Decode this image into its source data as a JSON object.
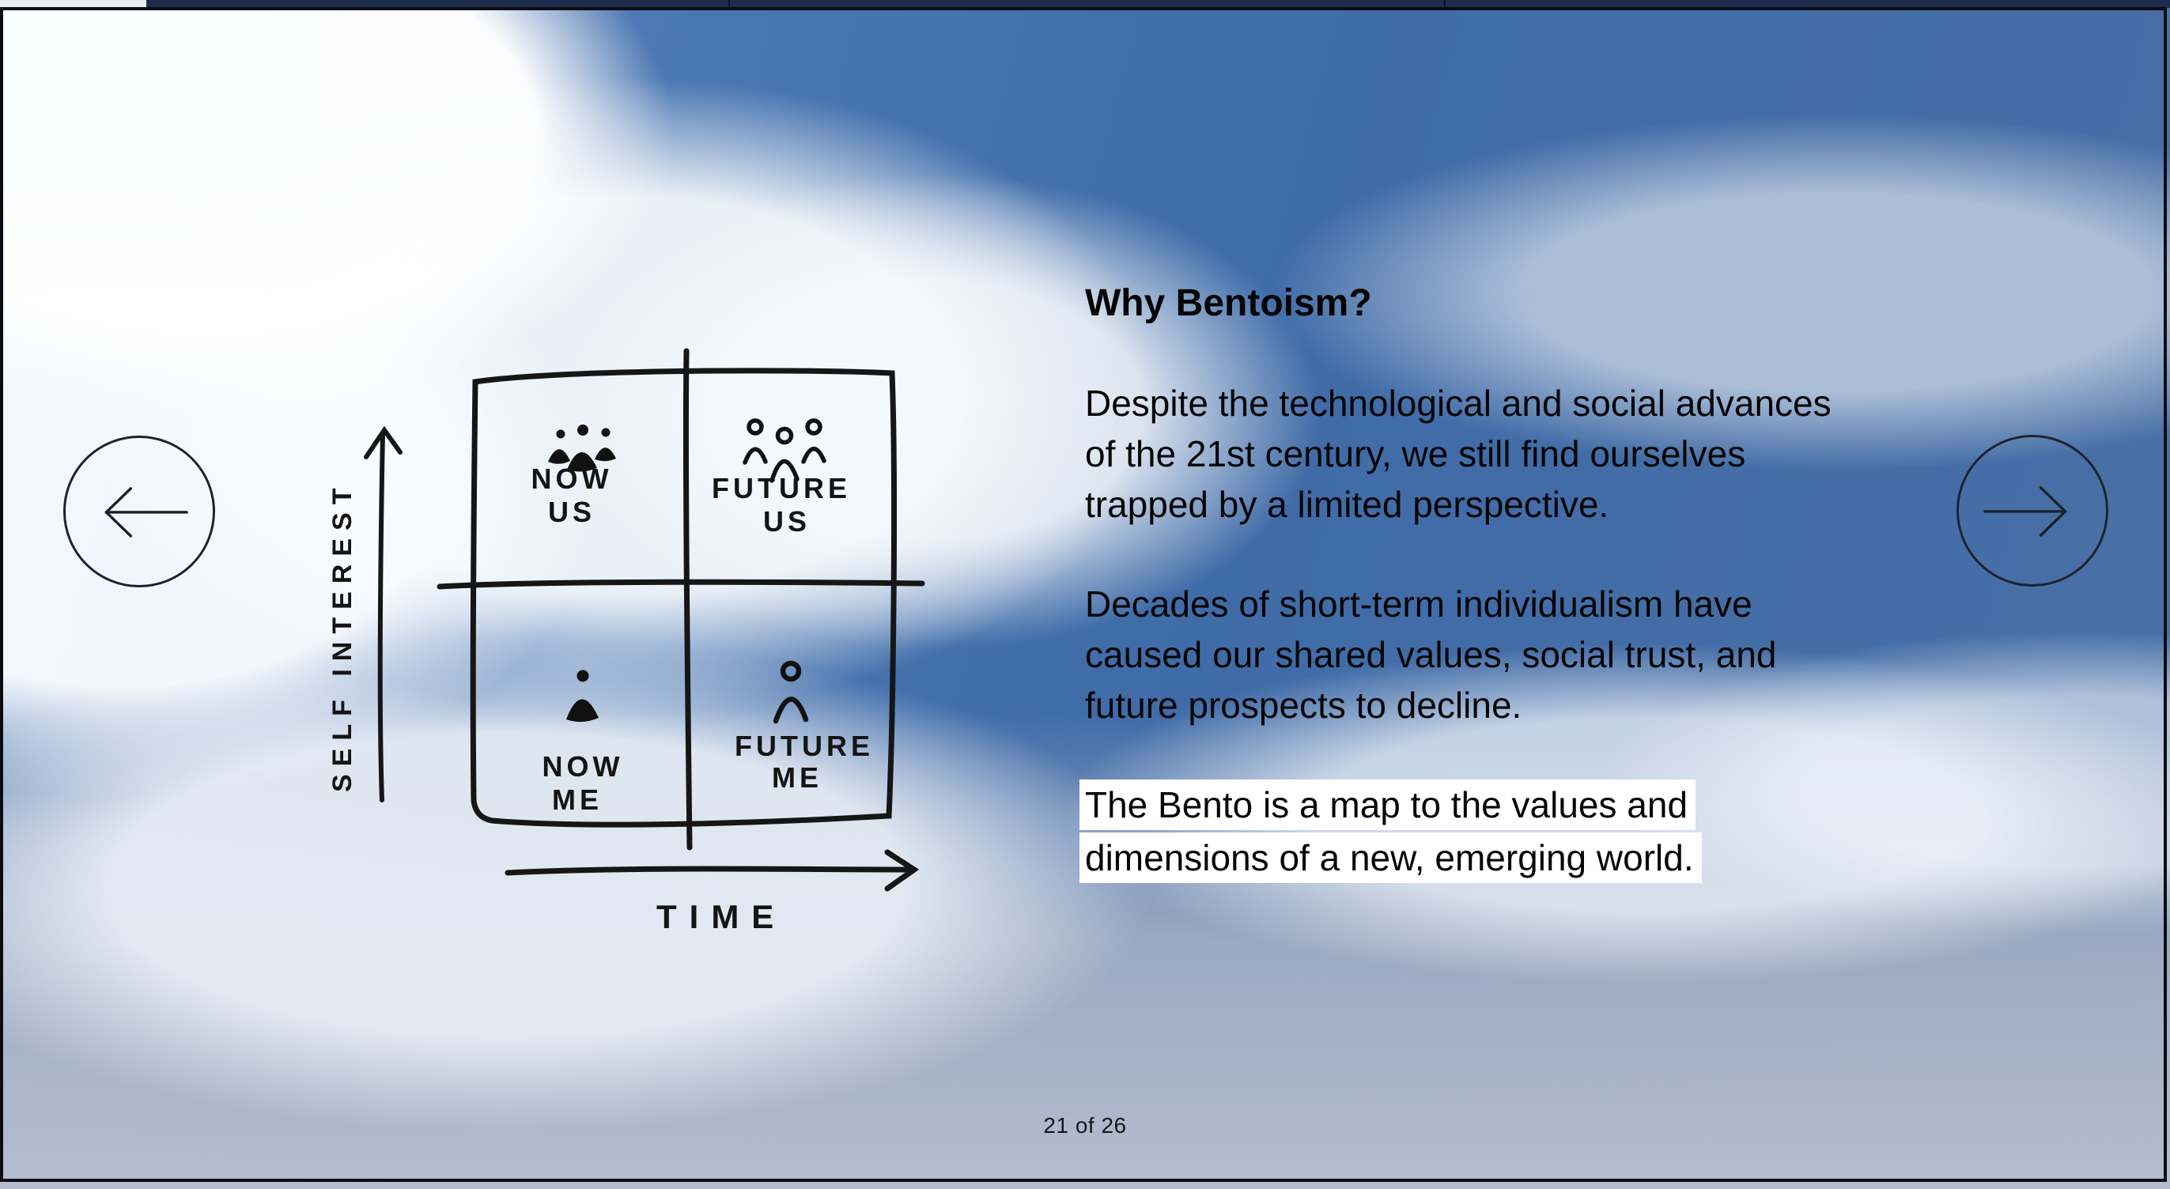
{
  "slide": {
    "heading": "Why Bentoism?",
    "paragraph_1": "Despite the technological and social advances\nof the 21st century, we still find ourselves\ntrapped by a limited perspective.",
    "paragraph_2": "Decades of short-term individualism have\ncaused our shared values, social trust, and\nfuture prospects to decline.",
    "highlight_lines": [
      "The Bento is a map to the values and",
      "dimensions of a new, emerging world."
    ]
  },
  "diagram": {
    "y_axis_label": "SELF INTEREST",
    "x_axis_label": "TIME",
    "quadrants": [
      {
        "id": "now-us",
        "icon": "filled-group-of-people",
        "label_line1": "NOW",
        "label_line2": "US"
      },
      {
        "id": "future-us",
        "icon": "outlined-group-of-people",
        "label_line1": "FUTURE",
        "label_line2": "US"
      },
      {
        "id": "now-me",
        "icon": "filled-person",
        "label_line1": "NOW",
        "label_line2": "ME"
      },
      {
        "id": "future-me",
        "icon": "outlined-person",
        "label_line1": "FUTURE",
        "label_line2": "ME"
      }
    ]
  },
  "navigation": {
    "prev_icon": "arrow-left-circle",
    "next_icon": "arrow-right-circle",
    "page_indicator": "21 of 26"
  },
  "colors": {
    "sky_blue": "#4a76b2",
    "cloud_white": "#f3f5f7",
    "bottom_haze": "#b4bdce",
    "ink": "#141414",
    "text": "#050505",
    "highlight_bg": "#ffffff",
    "top_strip": "#1d2b4d"
  }
}
